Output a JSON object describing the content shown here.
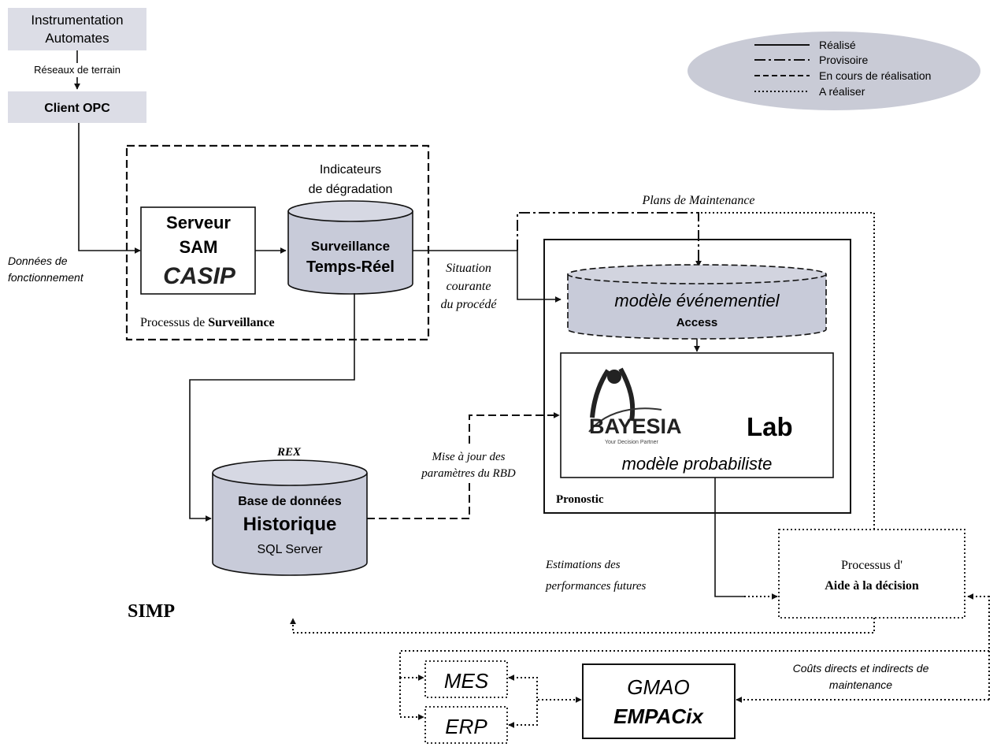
{
  "colors": {
    "box_fill": "#dcdde6",
    "cylinder_fill": "#c8cbd9",
    "legend_fill": "#c9cbd6",
    "line": "#111111"
  },
  "legend": [
    {
      "style": "solid",
      "label": "Réalisé"
    },
    {
      "style": "dash-dot",
      "label": "Provisoire"
    },
    {
      "style": "dashed",
      "label": "En cours de réalisation"
    },
    {
      "style": "dotted",
      "label": "A réaliser"
    }
  ],
  "nodes": {
    "instrumentation": {
      "line1": "Instrumentation",
      "line2": "Automates"
    },
    "reseaux": "Réseaux de terrain",
    "client_opc": "Client OPC",
    "donnees_fonct": {
      "line1": "Données de",
      "line2": "fonctionnement"
    },
    "serveur": {
      "line1": "Serveur",
      "line2": "SAM",
      "logo": "CASIP"
    },
    "indicateurs": {
      "line1": "Indicateurs",
      "line2": "de dégradation"
    },
    "surveillance_db": {
      "line1": "Surveillance",
      "line2": "Temps-Réel"
    },
    "processus_surv": {
      "prefix": "Processus de ",
      "bold": "Surveillance"
    },
    "situation": {
      "line1": "Situation",
      "line2": "courante",
      "line3": "du procédé"
    },
    "plans": "Plans de Maintenance",
    "evenementiel": {
      "line1": "modèle événementiel",
      "line2": "Access"
    },
    "bayesia": {
      "brand": "BAYESIA",
      "lab": "Lab",
      "tagline": "Your Decision Partner",
      "model": "modèle probabiliste"
    },
    "pronostic": "Pronostic",
    "rex": "REX",
    "historique": {
      "line1": "Base de données",
      "line2": "Historique",
      "line3": "SQL Server"
    },
    "mise_a_jour": {
      "line1": "Mise à jour des",
      "line2": "paramètres du RBD"
    },
    "estimations": {
      "line1": "Estimations des",
      "line2": "performances futures"
    },
    "aide": {
      "line1": "Processus d'",
      "line2": "Aide à la décision"
    },
    "simp": "SIMP",
    "mes": "MES",
    "erp": "ERP",
    "gmao": {
      "line1": "GMAO",
      "line2": "EMPACix"
    },
    "couts": {
      "line1": "Coûts directs et indirects de",
      "line2": "maintenance"
    }
  }
}
